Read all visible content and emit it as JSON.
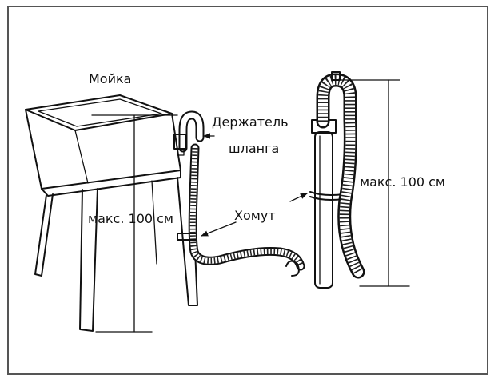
{
  "labels": {
    "sink": "Мойка",
    "holder_line1": "Держатель",
    "holder_line2": "шланга",
    "clamp": "Хомут",
    "max_left": "макс. 100 см",
    "max_right": "макс. 100 см"
  },
  "colors": {
    "line": "#111111",
    "background": "#ffffff",
    "frame": "#555555"
  }
}
